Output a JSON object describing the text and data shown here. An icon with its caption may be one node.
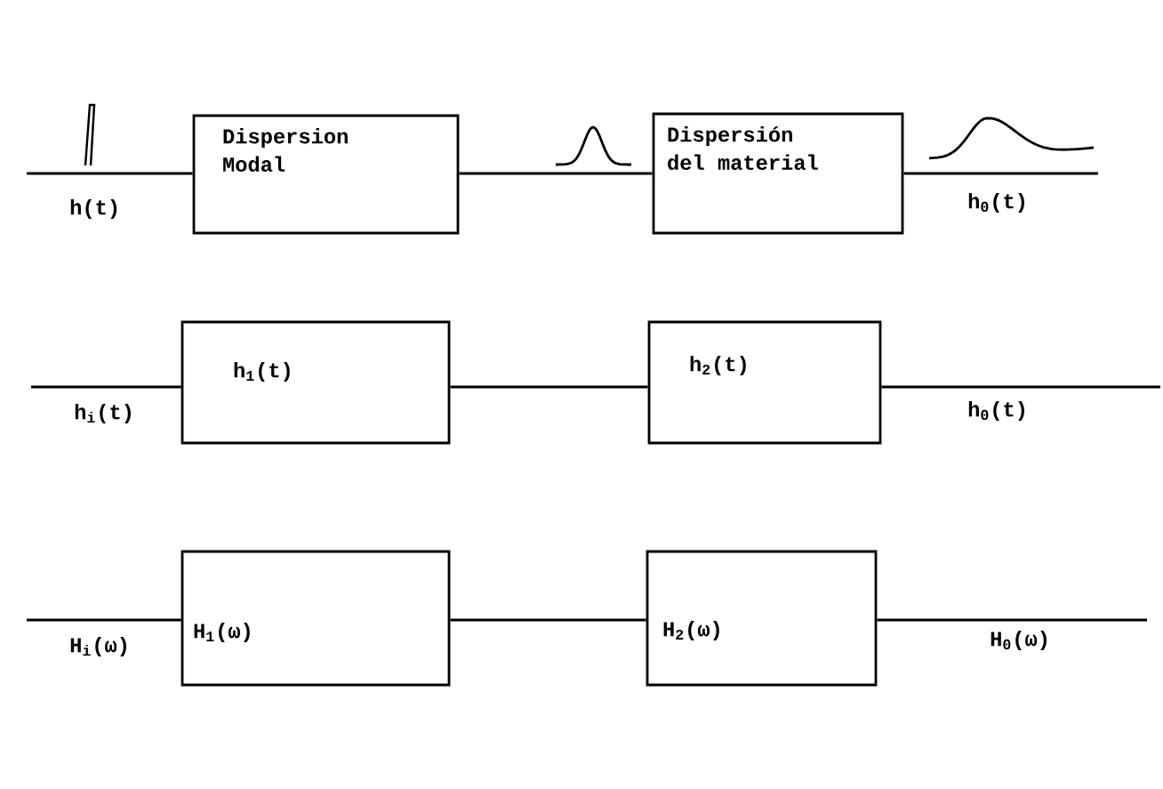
{
  "diagram": {
    "nodes": [
      {
        "text": [
          "Dispersion Modal"
        ]
      },
      {
        "text": [
          "Dispersión del material"
        ]
      },
      {
        "text": [
          "h$_{1}$(t)"
        ]
      },
      {
        "text": [
          "h$_{2}$(t)"
        ]
      },
      {
        "text": [
          "H$_{1}$(ω)"
        ]
      },
      {
        "text": [
          "H$_{2}$(ω)"
        ]
      }
    ],
    "edges": [
      {
        "from": null,
        "to": 0,
        "arrow": "none"
      },
      {
        "from": 0,
        "to": 1,
        "arrow": "none"
      },
      {
        "from": 1,
        "to": null,
        "arrow": "none"
      },
      {
        "from": null,
        "to": 2,
        "arrow": "none"
      },
      {
        "from": 2,
        "to": 3,
        "arrow": "none"
      },
      {
        "from": 3,
        "to": null,
        "arrow": "none"
      },
      {
        "from": null,
        "to": 4,
        "arrow": "none"
      },
      {
        "from": 4,
        "to": 5,
        "arrow": "none"
      },
      {
        "from": 5,
        "to": null,
        "arrow": "none"
      }
    ],
    "labels": [
      "h(t)",
      "h$_{0}$(t)",
      "h$_{i}$(t)",
      "h$_{0}$(t)",
      "H$_{i}$(ω)",
      "H$_{0}$(ω)"
    ]
  }
}
